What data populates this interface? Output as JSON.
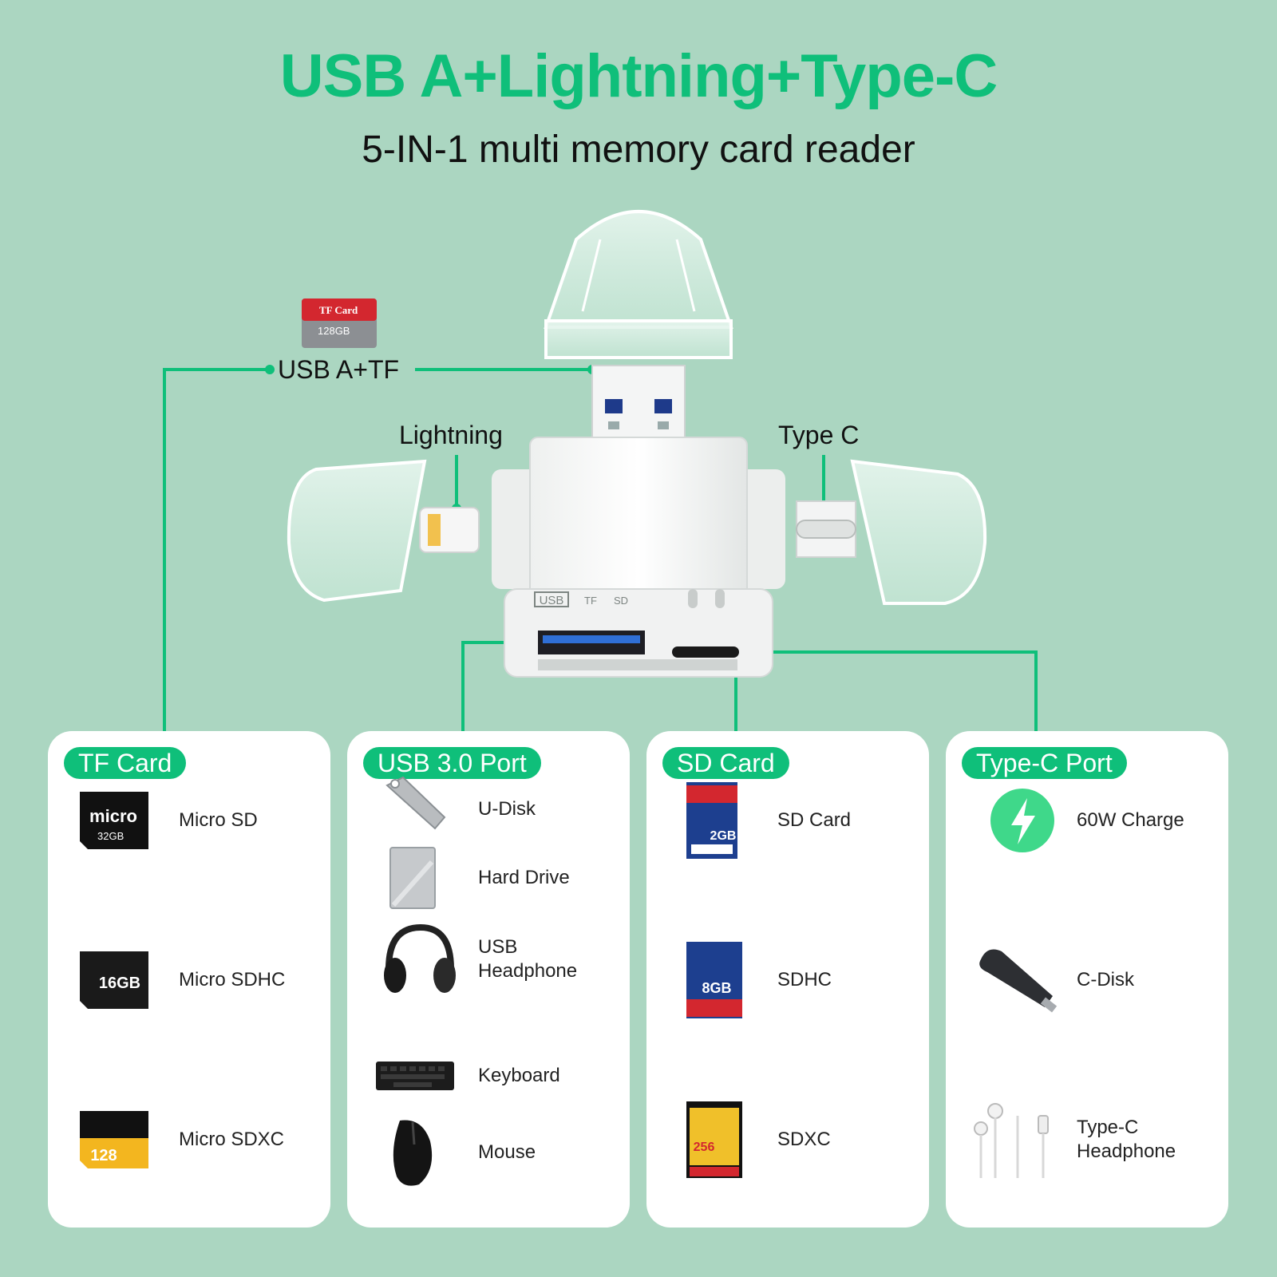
{
  "header": {
    "title": "USB A+Lightning+Type-C",
    "subtitle": "5-IN-1 multi memory card reader"
  },
  "colors": {
    "accent": "#0fbf7a",
    "background": "#abd6c1"
  },
  "callouts": {
    "usb_a_tf": "USB A+TF",
    "lightning": "Lightning",
    "type_c": "Type C",
    "tf_card_label": "TF Card",
    "tf_card_size": "128GB",
    "device_port_labels": [
      "USB",
      "TF",
      "SD"
    ]
  },
  "cards": [
    {
      "title": "TF Card",
      "items": [
        {
          "label": "Micro SD",
          "icon": "micro-sd-card-icon",
          "badge": "32GB"
        },
        {
          "label": "Micro SDHC",
          "icon": "micro-sdhc-card-icon",
          "badge": "16GB"
        },
        {
          "label": "Micro SDXC",
          "icon": "micro-sdxc-card-icon",
          "badge": "128"
        }
      ]
    },
    {
      "title": "USB 3.0 Port",
      "items": [
        {
          "label": "U-Disk",
          "icon": "u-disk-icon"
        },
        {
          "label": "Hard Drive",
          "icon": "hard-drive-icon"
        },
        {
          "label": "USB Headphone",
          "icon": "headphone-icon"
        },
        {
          "label": "Keyboard",
          "icon": "keyboard-icon"
        },
        {
          "label": "Mouse",
          "icon": "mouse-icon"
        }
      ]
    },
    {
      "title": "SD Card",
      "items": [
        {
          "label": "SD Card",
          "icon": "sd-card-icon",
          "badge": "2GB"
        },
        {
          "label": "SDHC",
          "icon": "sdhc-card-icon",
          "badge": "8GB"
        },
        {
          "label": "SDXC",
          "icon": "sdxc-card-icon",
          "badge": "256"
        }
      ]
    },
    {
      "title": "Type-C Port",
      "items": [
        {
          "label": "60W Charge",
          "icon": "charge-bolt-icon"
        },
        {
          "label": "C-Disk",
          "icon": "c-disk-icon"
        },
        {
          "label": "Type-C Headphone",
          "icon": "earphones-icon"
        }
      ]
    }
  ]
}
